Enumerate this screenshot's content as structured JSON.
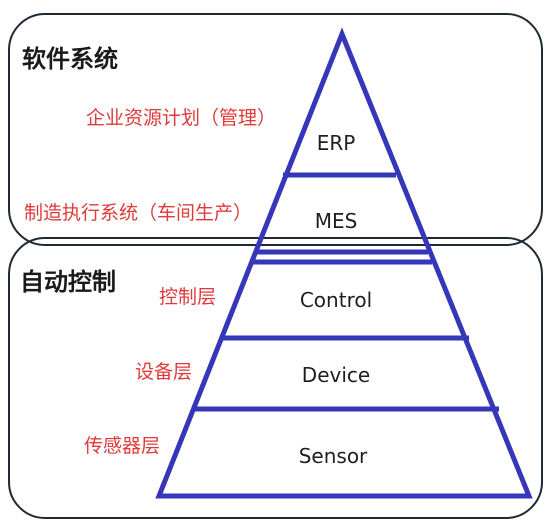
{
  "groups": {
    "software": {
      "title": "软件系统"
    },
    "automation": {
      "title": "自动控制"
    }
  },
  "layers": [
    {
      "name": "ERP",
      "side_label": "企业资源计划（管理）"
    },
    {
      "name": "MES",
      "side_label": "制造执行系统（车间生产）"
    },
    {
      "name": "Control",
      "side_label": "控制层"
    },
    {
      "name": "Device",
      "side_label": "设备层"
    },
    {
      "name": "Sensor",
      "side_label": "传感器层"
    }
  ],
  "colors": {
    "pyramid_stroke": "#3636b8",
    "group_border": "#1f2a36",
    "side_label_text": "#e03a3a",
    "title_text": "#1a1a1a"
  }
}
